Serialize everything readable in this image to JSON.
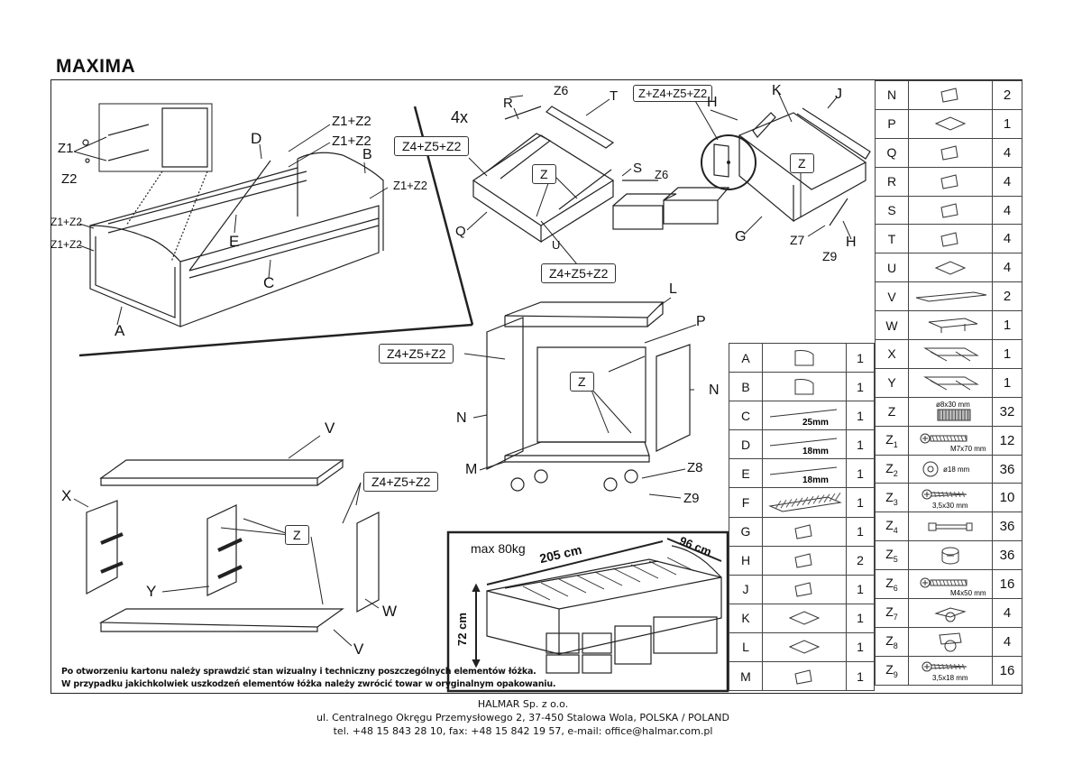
{
  "title": "MAXIMA",
  "callouts": {
    "bed": {
      "z1": "Z1",
      "z2": "Z2",
      "z1z2_a": "Z1+Z2",
      "z1z2_b": "Z1+Z2",
      "z1z2_c": "Z1+Z2",
      "z1z2_left1": "Z1+Z2",
      "z1z2_left2": "Z1+Z2",
      "A": "A",
      "B": "B",
      "C": "C",
      "D": "D",
      "E": "E"
    },
    "drawer": {
      "count": "4x",
      "R": "R",
      "Z6a": "Z6",
      "T": "T",
      "S": "S",
      "Z6b": "Z6",
      "Q": "Q",
      "U": "U",
      "Z": "Z",
      "combo1": "Z4+Z5+Z2",
      "combo2": "Z4+Z5+Z2"
    },
    "bigdrawer": {
      "combo": "Z+Z4+Z5+Z2",
      "H1": "H",
      "K": "K",
      "J": "J",
      "Z": "Z",
      "G": "G",
      "Z7": "Z7",
      "Z9": "Z9",
      "H2": "H"
    },
    "cabinet": {
      "L": "L",
      "P": "P",
      "combo": "Z4+Z5+Z2",
      "Z": "Z",
      "N1": "N",
      "N2": "N",
      "M": "M",
      "Z8": "Z8",
      "Z9": "Z9"
    },
    "box": {
      "V1": "V",
      "X": "X",
      "combo": "Z4+Z5+Z2",
      "Z": "Z",
      "Y": "Y",
      "W": "W",
      "V2": "V"
    },
    "dims": {
      "load": "max 80kg",
      "length": "205 cm",
      "depth": "96 cm",
      "height": "72 cm"
    }
  },
  "parts_left": [
    {
      "code": "A",
      "qty": "1",
      "icon": "side-panel-icon"
    },
    {
      "code": "B",
      "qty": "1",
      "icon": "side-panel-icon"
    },
    {
      "code": "C",
      "qty": "1",
      "icon": "rail-icon",
      "dim": "25mm"
    },
    {
      "code": "D",
      "qty": "1",
      "icon": "rail-icon",
      "dim": "18mm"
    },
    {
      "code": "E",
      "qty": "1",
      "icon": "rail-icon",
      "dim": "18mm"
    },
    {
      "code": "F",
      "qty": "1",
      "icon": "slat-base-icon"
    },
    {
      "code": "G",
      "qty": "1",
      "icon": "board-icon"
    },
    {
      "code": "H",
      "qty": "2",
      "icon": "board-icon"
    },
    {
      "code": "J",
      "qty": "1",
      "icon": "board-icon"
    },
    {
      "code": "K",
      "qty": "1",
      "icon": "plate-icon"
    },
    {
      "code": "L",
      "qty": "1",
      "icon": "plate-icon"
    },
    {
      "code": "M",
      "qty": "1",
      "icon": "board-icon"
    }
  ],
  "parts_right": [
    {
      "code": "N",
      "qty": "2",
      "icon": "board-icon"
    },
    {
      "code": "P",
      "qty": "1",
      "icon": "plate-icon"
    },
    {
      "code": "Q",
      "qty": "4",
      "icon": "board-icon"
    },
    {
      "code": "R",
      "qty": "4",
      "icon": "board-icon"
    },
    {
      "code": "S",
      "qty": "4",
      "icon": "board-icon"
    },
    {
      "code": "T",
      "qty": "4",
      "icon": "board-icon"
    },
    {
      "code": "U",
      "qty": "4",
      "icon": "plate-icon"
    },
    {
      "code": "V",
      "qty": "2",
      "icon": "long-board-icon"
    },
    {
      "code": "W",
      "qty": "1",
      "icon": "shelf-icon"
    },
    {
      "code": "X",
      "qty": "1",
      "icon": "frame-icon"
    },
    {
      "code": "Y",
      "qty": "1",
      "icon": "frame-icon"
    },
    {
      "code": "Z",
      "qty": "32",
      "icon": "dowel-icon",
      "dim": "ø8x30 mm"
    },
    {
      "code": "Z1",
      "qty": "12",
      "icon": "bolt-icon",
      "dim": "M7x70 mm"
    },
    {
      "code": "Z2",
      "qty": "36",
      "icon": "washer-icon",
      "dim": "ø18 mm"
    },
    {
      "code": "Z3",
      "qty": "10",
      "icon": "screw-icon",
      "dim": "3,5x30 mm"
    },
    {
      "code": "Z4",
      "qty": "36",
      "icon": "connector-bolt-icon"
    },
    {
      "code": "Z5",
      "qty": "36",
      "icon": "cam-lock-icon"
    },
    {
      "code": "Z6",
      "qty": "16",
      "icon": "bolt-icon",
      "dim": "M4x50 mm"
    },
    {
      "code": "Z7",
      "qty": "4",
      "icon": "castor-bracket-icon"
    },
    {
      "code": "Z8",
      "qty": "4",
      "icon": "castor-icon"
    },
    {
      "code": "Z9",
      "qty": "16",
      "icon": "screw-icon",
      "dim": "3,5x18 mm"
    }
  ],
  "notes": {
    "line1": "Po otworzeniu kartonu należy sprawdzić stan wizualny i techniczny poszczególnych elementów łóżka.",
    "line2": "W przypadku jakichkolwiek uszkodzeń elementów łóżka należy zwrócić towar w oryginalnym opakowaniu."
  },
  "footer": {
    "company": "HALMAR Sp. z o.o.",
    "address": "ul. Centralnego Okręgu Przemysłowego 2, 37-450 Stalowa Wola, POLSKA / POLAND",
    "contact": "tel. +48 15 843 28 10, fax: +48 15 842 19 57, e-mail: office@halmar.com.pl"
  }
}
